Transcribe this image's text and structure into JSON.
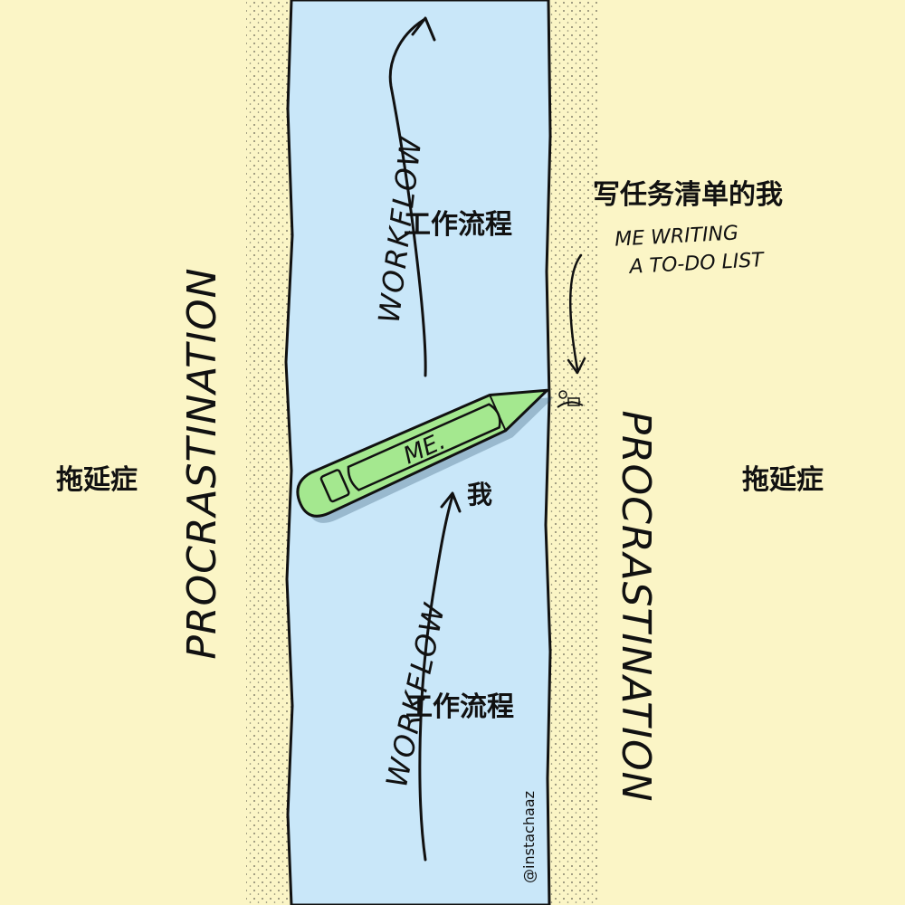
{
  "labels": {
    "procrastination_left": "PROCRASTINATION",
    "procrastination_right": "PROCRASTINATION",
    "procrastination_left_cn": "拖延症",
    "procrastination_right_cn": "拖延症",
    "workflow_top": "WORKFLOW",
    "workflow_bottom": "WORKFLOW",
    "workflow_top_cn": "工作流程",
    "workflow_bottom_cn": "工作流程",
    "boat_label": "ME.",
    "boat_label_cn": "我",
    "todo_line1": "ME WRITING",
    "todo_line2": "A TO-DO LIST",
    "todo_cn": "写任务清单的我",
    "credit": "@instachaaz"
  },
  "colors": {
    "sand": "#fbf5c6",
    "river": "#c9e7f9",
    "boat": "#a4e88f",
    "ink": "#111111"
  }
}
